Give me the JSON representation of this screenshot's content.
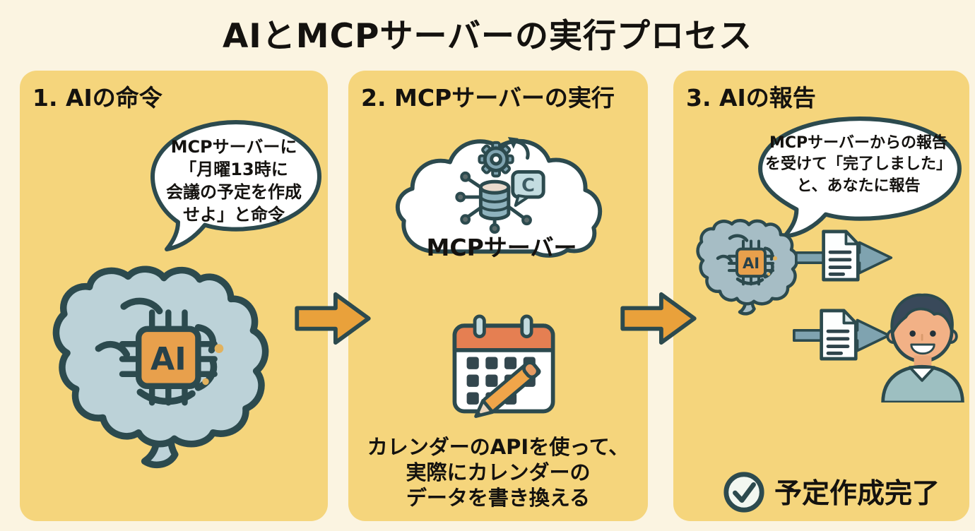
{
  "title": "AIとMCPサーバーの実行プロセス",
  "colors": {
    "background": "#FBF4E1",
    "panel": "#F5D57C",
    "flow_arrow": "#E9A13B",
    "outline": "#2C4A4E",
    "doc_arrow": "#7FA3B0",
    "chip": "#E8A04C",
    "calendar_header": "#E57F52",
    "brain_1": "#BCD2D8",
    "brain_3": "#A6BDC5"
  },
  "icons": [
    "ai-brain-icon",
    "chip-icon",
    "speech-bubble",
    "cloud-icon",
    "gear-icon",
    "refresh-arrow-icon",
    "database-icon",
    "network-nodes-icon",
    "chat-bubble-c-icon",
    "calendar-icon",
    "pencil-icon",
    "document-icon",
    "flow-arrow-icon",
    "doc-arrow-icon",
    "person-icon",
    "check-circle-icon"
  ],
  "panels": [
    {
      "title": "1. AIの命令",
      "bubble_lines": [
        "MCPサーバーに",
        "「月曜13時に",
        "会議の予定を作成",
        "せよ」と命令"
      ],
      "chip_label": "AI"
    },
    {
      "title": "2. MCPサーバーの実行",
      "cloud_label": "MCPサーバー",
      "chat_letter": "C",
      "caption_lines": [
        "カレンダーのAPIを使って、",
        "実際にカレンダーの",
        "データを書き換える"
      ]
    },
    {
      "title": "3. AIの報告",
      "bubble_lines": [
        "MCPサーバーからの報告",
        "を受けて「完了しました」",
        "と、あなたに報告"
      ],
      "chip_label": "AI",
      "status_label": "予定作成完了"
    }
  ]
}
